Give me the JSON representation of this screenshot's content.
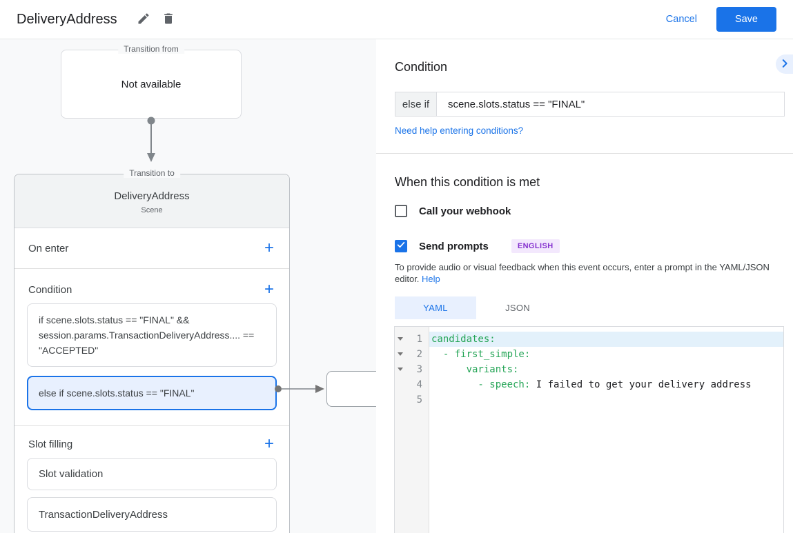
{
  "colors": {
    "accent": "#1a73e8",
    "selected_condition_bg": "#e8f0fe",
    "badge_bg": "#f3e8fd",
    "badge_text": "#8430ce",
    "yaml_key_green": "#23a455",
    "canvas_bg": "#f8f9fa"
  },
  "icons": {
    "edit-icon": "pencil",
    "delete-icon": "trash",
    "chevron-right-icon": ">",
    "add-icon": "+",
    "check-icon": "✓",
    "fold-icon": "▾"
  },
  "topbar": {
    "title": "DeliveryAddress",
    "cancel": "Cancel",
    "save": "Save"
  },
  "diagram": {
    "transition_from": {
      "legend": "Transition from",
      "value": "Not available"
    },
    "scene": {
      "legend": "Transition to",
      "title": "DeliveryAddress",
      "subtitle": "Scene",
      "on_enter": {
        "label": "On enter",
        "add": "+"
      },
      "condition": {
        "label": "Condition",
        "add": "+",
        "items": [
          {
            "text": "if scene.slots.status == \"FINAL\" && session.params.TransactionDeliveryAddress.... == \"ACCEPTED\""
          },
          {
            "text": "else if scene.slots.status == \"FINAL\""
          }
        ]
      },
      "slot_filling": {
        "label": "Slot filling",
        "add": "+",
        "items": [
          "Slot validation",
          "TransactionDeliveryAddress"
        ]
      }
    }
  },
  "panel": {
    "heading": "Condition",
    "condition_input": {
      "prefix": "else if",
      "value": "scene.slots.status == \"FINAL\""
    },
    "help_link": "Need help entering conditions?",
    "section_heading": "When this condition is met",
    "webhook": {
      "label": "Call your webhook",
      "checked": false
    },
    "prompts": {
      "label": "Send prompts",
      "checked": true,
      "badge": "ENGLISH"
    },
    "description": "To provide audio or visual feedback when this event occurs, enter a prompt in the YAML/JSON editor.",
    "description_link": "Help",
    "tabs": [
      {
        "label": "YAML",
        "active": true
      },
      {
        "label": "JSON",
        "active": false
      }
    ],
    "editor": {
      "nums": [
        "1",
        "2",
        "3",
        "4",
        "5"
      ],
      "lines": [
        {
          "key": "candidates:",
          "rest": ""
        },
        {
          "key": "  - first_simple:",
          "rest": ""
        },
        {
          "key": "      variants:",
          "rest": ""
        },
        {
          "key": "        - speech: ",
          "rest": "I failed to get your delivery address"
        },
        {
          "key": "",
          "rest": ""
        }
      ]
    }
  }
}
